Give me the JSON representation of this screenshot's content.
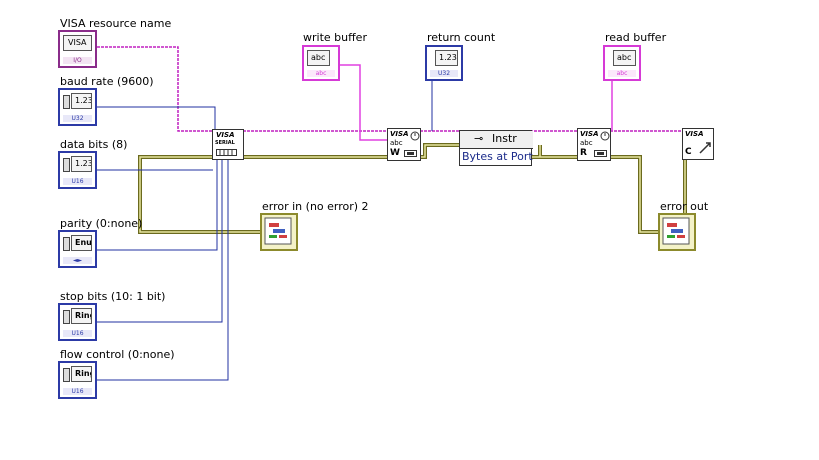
{
  "controls": {
    "visa_resource": {
      "label": "VISA resource name",
      "value": "VISA",
      "type_tag": "I/O"
    },
    "baud_rate": {
      "label": "baud rate (9600)",
      "value": "1.23",
      "type_tag": "U32"
    },
    "data_bits": {
      "label": "data bits (8)",
      "value": "1.23",
      "type_tag": "U16"
    },
    "parity": {
      "label": "parity (0:none)",
      "value": "Enum",
      "type_tag": "◄►"
    },
    "stop_bits": {
      "label": "stop bits (10: 1 bit)",
      "value": "Ring",
      "type_tag": "U16"
    },
    "flow_control": {
      "label": "flow control (0:none)",
      "value": "Ring",
      "type_tag": "U16"
    },
    "error_in": {
      "label": "error in (no error) 2"
    }
  },
  "indicators": {
    "write_buffer": {
      "label": "write buffer",
      "value": "abc",
      "type_tag": "abc"
    },
    "return_count": {
      "label": "return count",
      "value": "1.23",
      "type_tag": "U32"
    },
    "read_buffer": {
      "label": "read buffer",
      "value": "abc",
      "type_tag": "abc"
    },
    "error_out": {
      "label": "error out"
    }
  },
  "nodes": {
    "serial_config": {
      "title": "VISA",
      "subtitle": "SERIAL"
    },
    "visa_write": {
      "title": "VISA",
      "line2": "abc",
      "letter": "W"
    },
    "property_node": {
      "title": "Instr",
      "item": "Bytes at Port"
    },
    "visa_read": {
      "title": "VISA",
      "line2": "abc",
      "letter": "R"
    },
    "visa_close": {
      "title": "VISA",
      "letter": "C"
    }
  },
  "colors": {
    "visa_wire": "#c020c0",
    "error_wire_dark": "#6b6a1e",
    "error_wire_light": "#e8e6a0",
    "numeric_wire": "#2030a0",
    "string_wire": "#e040e0",
    "numeric_border": "#2c3aa6",
    "string_border": "#d63ad6"
  }
}
